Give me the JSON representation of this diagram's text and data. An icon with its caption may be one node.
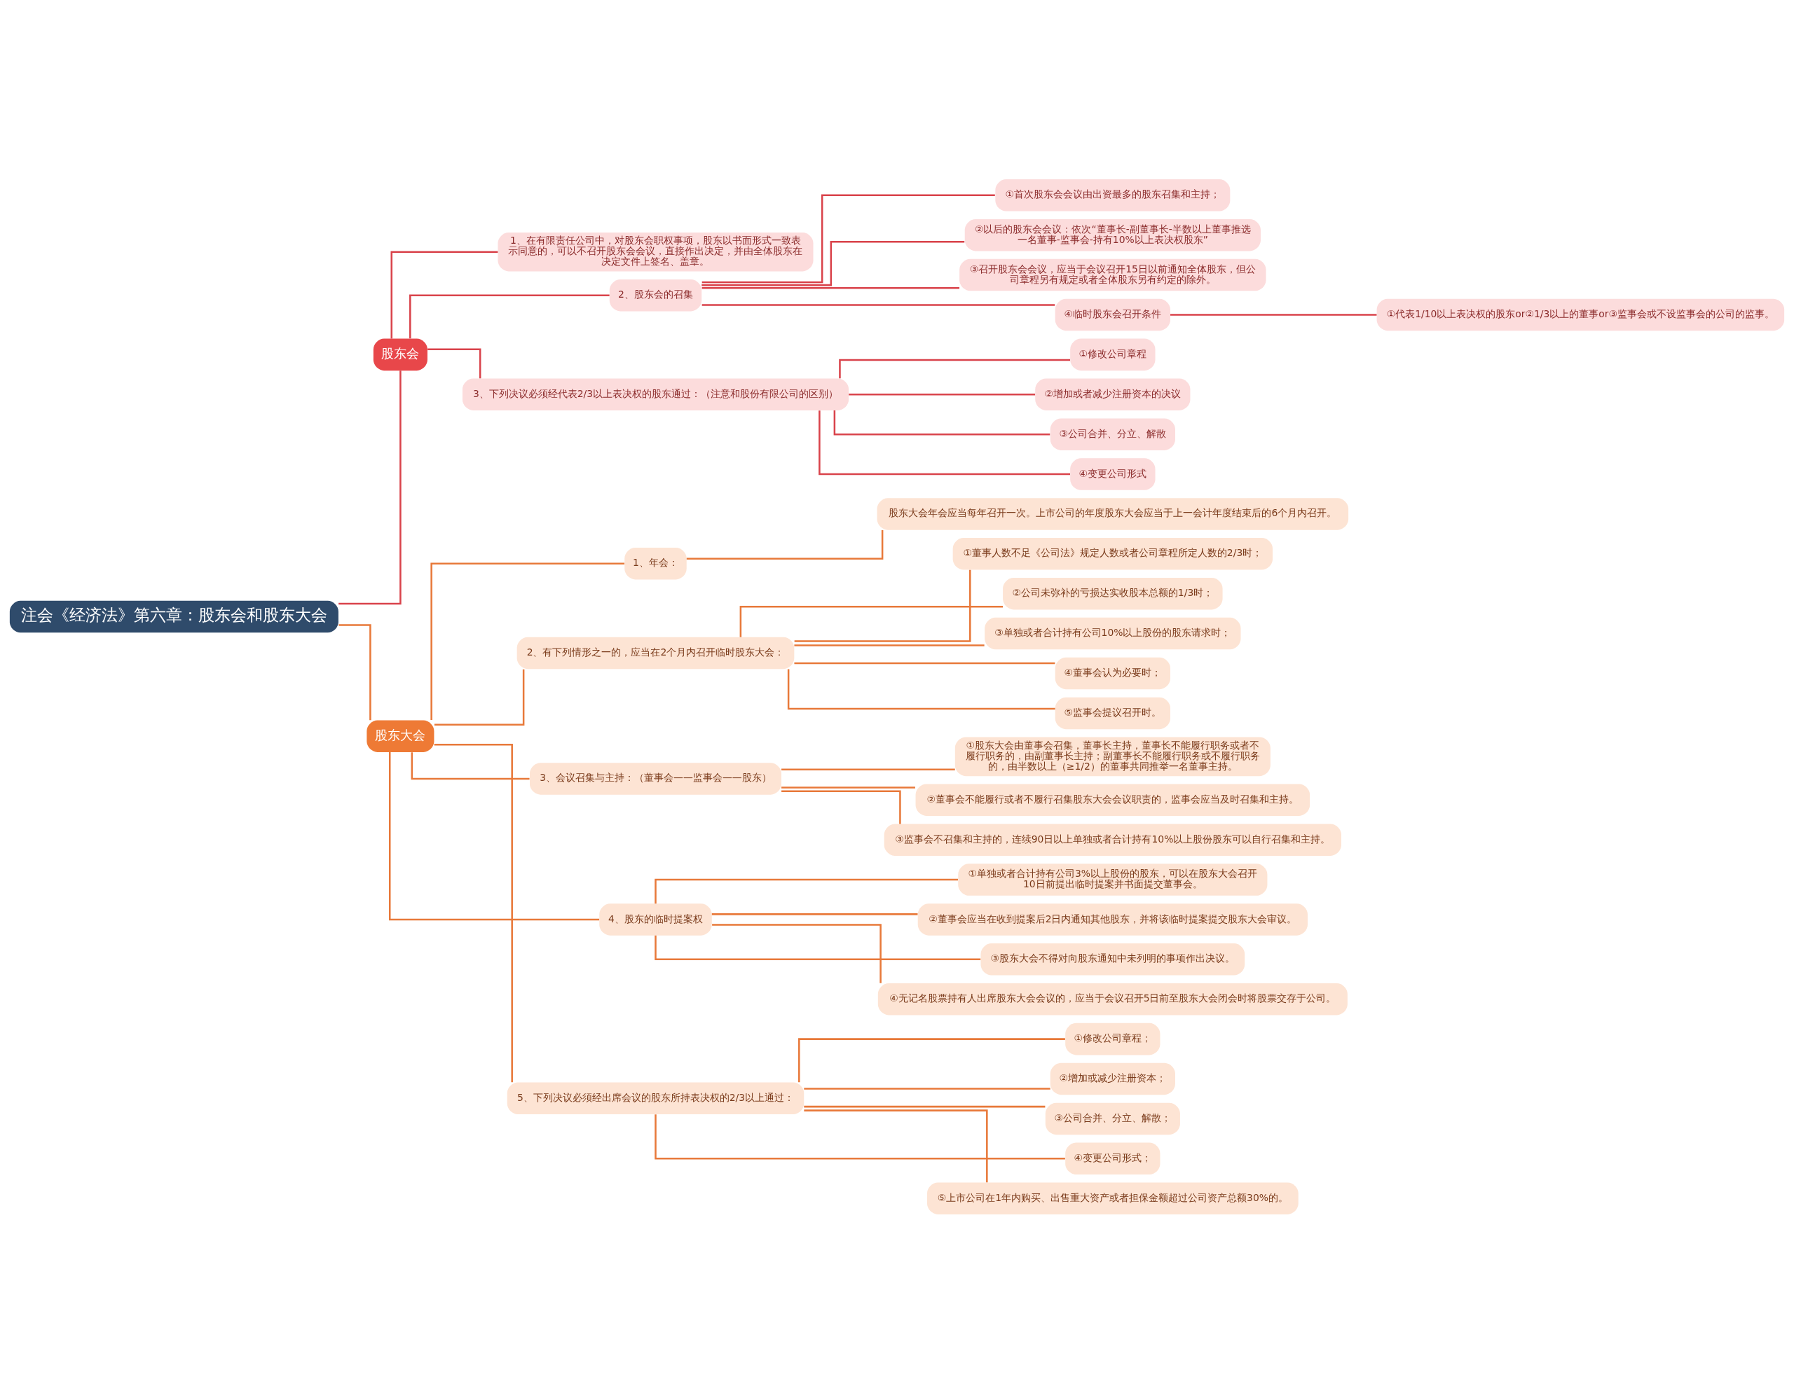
{
  "diagram": {
    "nodes": [
      {
        "text": [
          "注会《经济法》第六章：股东会和股东大会"
        ]
      },
      {
        "text": [
          "股东会"
        ]
      },
      {
        "text": [
          "1、在有限责任公司中，对股东会职权事项，股东以书面形式一致表示同意的，可以不召开股东会会议，直接作出决定，并由全体股东在决定文件上签名、盖章。"
        ]
      },
      {
        "text": [
          "2、股东会的召集"
        ]
      },
      {
        "text": [
          "①首次股东会会议由出资最多的股东召集和主持；"
        ]
      },
      {
        "text": [
          "②以后的股东会会议：依次“董事长-副董事长-半数以上董事推选一名董事-监事会-持有10%以上表决权股东”"
        ]
      },
      {
        "text": [
          "③召开股东会会议，应当于会议召开15日以前通知全体股东，但公司章程另有规定或者全体股东另有约定的除外。"
        ]
      },
      {
        "text": [
          "④临时股东会召开条件"
        ]
      },
      {
        "text": [
          "①代表1/10以上表决权的股东or②1/3以上的董事or③监事会或不设监事会的公司的监事。"
        ]
      },
      {
        "text": [
          "3、下列决议必须经代表2/3以上表决权的股东通过：（注意和股份有限公司的区别）"
        ]
      },
      {
        "text": [
          "①修改公司章程"
        ]
      },
      {
        "text": [
          "②增加或者减少注册资本的决议"
        ]
      },
      {
        "text": [
          "③公司合并、分立、解散"
        ]
      },
      {
        "text": [
          "④变更公司形式"
        ]
      },
      {
        "text": [
          "股东大会"
        ]
      },
      {
        "text": [
          "1、年会："
        ]
      },
      {
        "text": [
          "股东大会年会应当每年召开一次。上市公司的年度股东大会应当于上一会计年度结束后的6个月内召开。"
        ]
      },
      {
        "text": [
          "2、有下列情形之一的，应当在2个月内召开临时股东大会："
        ]
      },
      {
        "text": [
          "①董事人数不足《公司法》规定人数或者公司章程所定人数的2/3时；"
        ]
      },
      {
        "text": [
          "②公司未弥补的亏损达实收股本总额的1/3时；"
        ]
      },
      {
        "text": [
          "③单独或者合计持有公司10%以上股份的股东请求时；"
        ]
      },
      {
        "text": [
          "④董事会认为必要时；"
        ]
      },
      {
        "text": [
          "⑤监事会提议召开时。"
        ]
      },
      {
        "text": [
          "3、会议召集与主持：（董事会——监事会——股东）"
        ]
      },
      {
        "text": [
          "①股东大会由董事会召集，董事长主持，董事长不能履行职务或者不履行职务的，由副董事长主持；副董事长不能履行职务或不履行职务的，由半数以上（≥1/2）的董事共同推举一名董事主持。"
        ]
      },
      {
        "text": [
          "②董事会不能履行或者不履行召集股东大会会议职责的，监事会应当及时召集和主持。"
        ]
      },
      {
        "text": [
          "③监事会不召集和主持的，连续90日以上单独或者合计持有10%以上股份股东可以自行召集和主持。"
        ]
      },
      {
        "text": [
          "4、股东的临时提案权"
        ]
      },
      {
        "text": [
          "①单独或者合计持有公司3%以上股份的股东，可以在股东大会召开10日前提出临时提案并书面提交董事会。"
        ]
      },
      {
        "text": [
          "②董事会应当在收到提案后2日内通知其他股东，并将该临时提案提交股东大会审议。"
        ]
      },
      {
        "text": [
          "③股东大会不得对向股东通知中未列明的事项作出决议。"
        ]
      },
      {
        "text": [
          "④无记名股票持有人出席股东大会会议的，应当于会议召开5日前至股东大会闭会时将股票交存于公司。"
        ]
      },
      {
        "text": [
          "5、下列决议必须经出席会议的股东所持表决权的2/3以上通过："
        ]
      },
      {
        "text": [
          "①修改公司章程；"
        ]
      },
      {
        "text": [
          "②增加或减少注册资本；"
        ]
      },
      {
        "text": [
          "③公司合并、分立、解散；"
        ]
      },
      {
        "text": [
          "④变更公司形式；"
        ]
      },
      {
        "text": [
          "⑤上市公司在1年内购买、出售重大资产或者担保金额超过公司资产总额30%的。"
        ]
      }
    ],
    "edges": [
      {
        "from": 0,
        "to": 1,
        "arrow": "none",
        "color": "#d9434b"
      },
      {
        "from": 1,
        "to": 2,
        "arrow": "none",
        "color": "#d9434b"
      },
      {
        "from": 1,
        "to": 3,
        "arrow": "none",
        "color": "#d9434b"
      },
      {
        "from": 3,
        "to": 4,
        "arrow": "none",
        "color": "#d9434b"
      },
      {
        "from": 3,
        "to": 5,
        "arrow": "none",
        "color": "#d9434b"
      },
      {
        "from": 3,
        "to": 6,
        "arrow": "none",
        "color": "#d9434b"
      },
      {
        "from": 3,
        "to": 7,
        "arrow": "none",
        "color": "#d9434b"
      },
      {
        "from": 7,
        "to": 8,
        "arrow": "none",
        "color": "#d9434b"
      },
      {
        "from": 1,
        "to": 9,
        "arrow": "none",
        "color": "#d9434b"
      },
      {
        "from": 9,
        "to": 10,
        "arrow": "none",
        "color": "#d9434b"
      },
      {
        "from": 9,
        "to": 11,
        "arrow": "none",
        "color": "#d9434b"
      },
      {
        "from": 9,
        "to": 12,
        "arrow": "none",
        "color": "#d9434b"
      },
      {
        "from": 9,
        "to": 13,
        "arrow": "none",
        "color": "#d9434b"
      },
      {
        "from": 0,
        "to": 14,
        "arrow": "none"
      },
      {
        "from": 14,
        "to": 15,
        "arrow": "none"
      },
      {
        "from": 15,
        "to": 16,
        "arrow": "none"
      },
      {
        "from": 14,
        "to": 17,
        "arrow": "none"
      },
      {
        "from": 17,
        "to": 18,
        "arrow": "none"
      },
      {
        "from": 17,
        "to": 19,
        "arrow": "none"
      },
      {
        "from": 17,
        "to": 20,
        "arrow": "none"
      },
      {
        "from": 17,
        "to": 21,
        "arrow": "none"
      },
      {
        "from": 17,
        "to": 22,
        "arrow": "none"
      },
      {
        "from": 14,
        "to": 23,
        "arrow": "none"
      },
      {
        "from": 23,
        "to": 24,
        "arrow": "none"
      },
      {
        "from": 23,
        "to": 25,
        "arrow": "none"
      },
      {
        "from": 23,
        "to": 26,
        "arrow": "none"
      },
      {
        "from": 14,
        "to": 27,
        "arrow": "none"
      },
      {
        "from": 27,
        "to": 28,
        "arrow": "none"
      },
      {
        "from": 27,
        "to": 29,
        "arrow": "none"
      },
      {
        "from": 27,
        "to": 30,
        "arrow": "none"
      },
      {
        "from": 27,
        "to": 31,
        "arrow": "none"
      },
      {
        "from": 14,
        "to": 32,
        "arrow": "none"
      },
      {
        "from": 32,
        "to": 33,
        "arrow": "none"
      },
      {
        "from": 32,
        "to": 34,
        "arrow": "none"
      },
      {
        "from": 32,
        "to": 35,
        "arrow": "none"
      },
      {
        "from": 32,
        "to": 36,
        "arrow": "none"
      },
      {
        "from": 32,
        "to": 37,
        "arrow": "none"
      }
    ]
  }
}
